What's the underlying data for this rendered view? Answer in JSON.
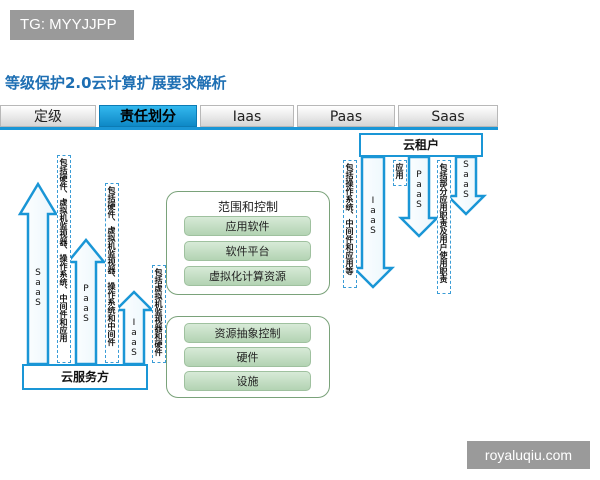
{
  "watermarks": {
    "top_left": "TG: MYYJJPP",
    "bottom_right": "royaluqiu.com"
  },
  "title": "等级保护2.0云计算扩展要求解析",
  "tabs": [
    {
      "label": "定级",
      "active": false
    },
    {
      "label": "责任划分",
      "active": true
    },
    {
      "label": "Iaas",
      "active": false
    },
    {
      "label": "Paas",
      "active": false
    },
    {
      "label": "Saas",
      "active": false
    }
  ],
  "provider": {
    "label": "云服务方",
    "arrows": {
      "saas": "SaaS",
      "paas": "PaaS",
      "iaas": "IaaS"
    },
    "notes": {
      "saas": "包括硬件、虚拟机监视器、操作系统、中间件和应用",
      "paas": "包括硬件、虚拟机监视器、操作系统和中间件",
      "iaas": "包括虚拟机监视器和硬件"
    }
  },
  "scope": {
    "title": "范围和控制",
    "items": [
      "应用软件",
      "软件平台",
      "虚拟化计算资源",
      "资源抽象控制",
      "硬件",
      "设施"
    ]
  },
  "tenant": {
    "label": "云租户",
    "arrows": {
      "iaas": "IaaS",
      "paas": "PaaS",
      "saas": "SaaS"
    },
    "notes": {
      "iaas": "包括操作系统、中间件和应用等",
      "paas": "应用",
      "saas": "包括部分应用职责及用户使用职责"
    }
  },
  "colors": {
    "accent": "#1a96d6",
    "title": "#1e6fb3",
    "pill": "#c3dfc3",
    "group_border": "#7aa27a"
  }
}
